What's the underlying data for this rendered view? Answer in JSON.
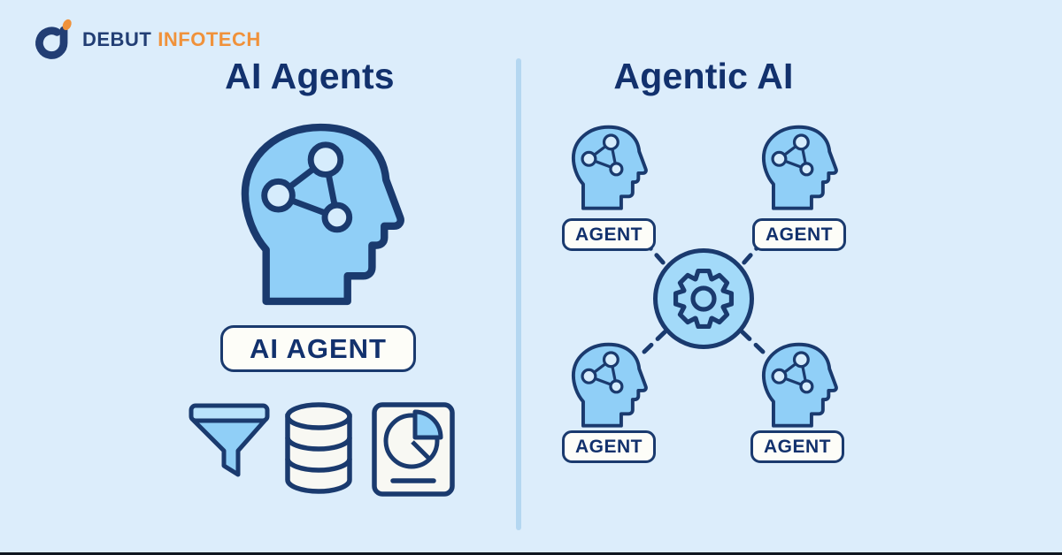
{
  "brand": {
    "name": "DEBUT",
    "suffix": "INFOTECH",
    "logo_icon": "debut-infotech-logo-icon"
  },
  "left_panel": {
    "title": "AI Agents",
    "head_icon": "head-network-icon",
    "badge_label": "AI AGENT",
    "icons": [
      "funnel-icon",
      "database-icon",
      "pie-chart-document-icon"
    ]
  },
  "right_panel": {
    "title": "Agentic AI",
    "hub_icon": "gear-icon",
    "agents": [
      {
        "label": "AGENT",
        "position": "top-left"
      },
      {
        "label": "AGENT",
        "position": "top-right"
      },
      {
        "label": "AGENT",
        "position": "bottom-left"
      },
      {
        "label": "AGENT",
        "position": "bottom-right"
      }
    ]
  },
  "colors": {
    "background": "#dcedfb",
    "outline_navy": "#1a3a6e",
    "text_navy": "#12316d",
    "head_fill": "#90cff7",
    "node_fill": "#d6ecfc",
    "hub_fill": "#a3daf9",
    "card_bg": "#fdfdf8",
    "brand_navy": "#223e74",
    "brand_orange": "#f0923b",
    "divider": "#b4d7f1",
    "footer_bar": "#10161f"
  }
}
